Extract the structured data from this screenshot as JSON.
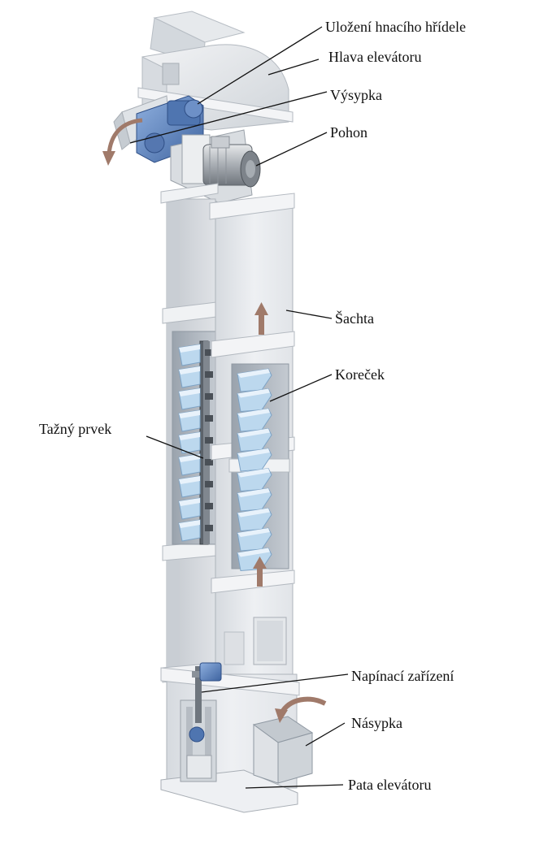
{
  "labels": {
    "drive_shaft_bearing": "Uložení hnacího hřídele",
    "elevator_head": "Hlava elevátoru",
    "discharge_chute": "Výsypka",
    "drive": "Pohon",
    "shaft": "Šachta",
    "bucket": "Koreček",
    "traction_element": "Tažný prvek",
    "tensioning_device": "Napínací zařízení",
    "feed_hopper": "Násypka",
    "elevator_foot": "Pata elevátoru"
  },
  "colors": {
    "casing_light": "#eef0f3",
    "casing_mid": "#d9dde2",
    "casing_dark": "#b9bfc6",
    "bucket_blue": "#bcd8ee",
    "drive_blue": "#5a7fb8",
    "arrow_brown": "#a07a6a",
    "leader_line": "#111111"
  }
}
